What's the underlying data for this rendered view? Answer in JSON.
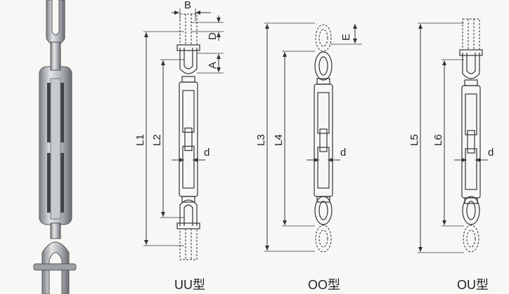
{
  "diagram": {
    "title": "Turnbuckle types",
    "uu": {
      "caption": "UU型",
      "dims": {
        "B": "B",
        "D": "D",
        "A": "A",
        "L1": "L1",
        "L2": "L2",
        "d": "d"
      }
    },
    "oo": {
      "caption": "OO型",
      "dims": {
        "E": "E",
        "L3": "L3",
        "L4": "L4",
        "d": "d"
      }
    },
    "ou": {
      "caption": "OU型",
      "dims": {
        "L5": "L5",
        "L6": "L6",
        "d": "d"
      }
    }
  },
  "colors": {
    "line": "#333333",
    "metal": "#b9bcc0",
    "metal_dark": "#6f7378"
  }
}
